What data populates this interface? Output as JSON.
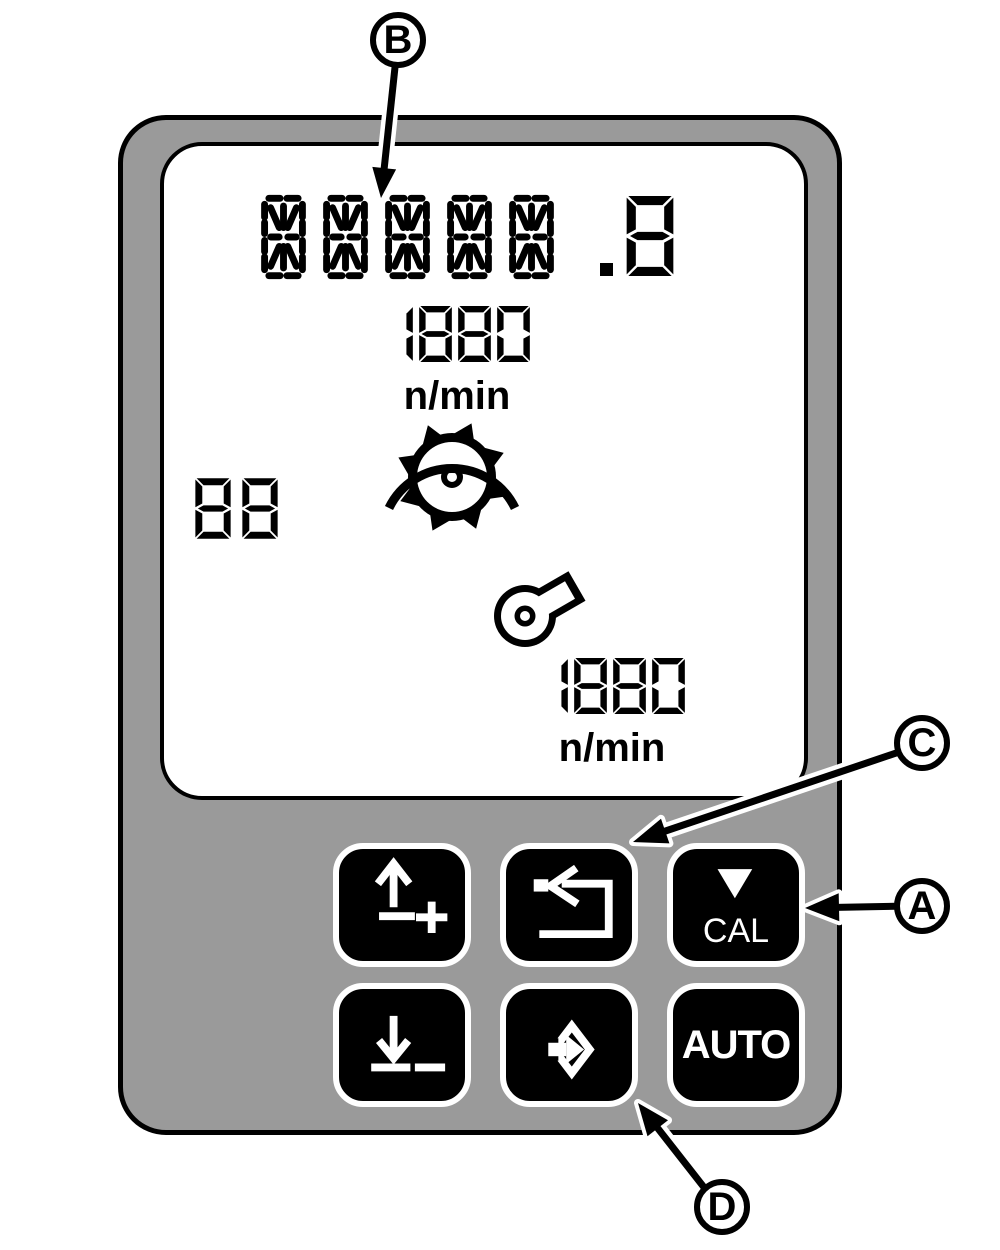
{
  "figure": {
    "title": "seed-rate-monitor-panel",
    "colors": {
      "body_gray": "#9a9a9a",
      "black": "#000000",
      "white": "#ffffff"
    },
    "display": {
      "test_row": {
        "char_count": 5,
        "decimal_suffix": ".8"
      },
      "shaft_rpm": {
        "value": "1880",
        "unit": "n/min"
      },
      "left_counter": "88",
      "fan_rpm": {
        "value": "1880",
        "unit": "n/min"
      },
      "icons": {
        "metering_wheel": "metering-wheel-icon",
        "fan": "fan-icon"
      }
    },
    "buttons": {
      "increase": {
        "icon": "arrow-up-plus-icon"
      },
      "return": {
        "icon": "return-arrow-icon"
      },
      "cal": {
        "label": "CAL",
        "icon": "triangle-down-icon"
      },
      "decrease": {
        "icon": "arrow-down-minus-icon"
      },
      "enter": {
        "icon": "enter-arrow-icon"
      },
      "auto": {
        "label": "AUTO"
      }
    },
    "callouts": {
      "a": "A",
      "b": "B",
      "c": "C",
      "d": "D"
    }
  }
}
